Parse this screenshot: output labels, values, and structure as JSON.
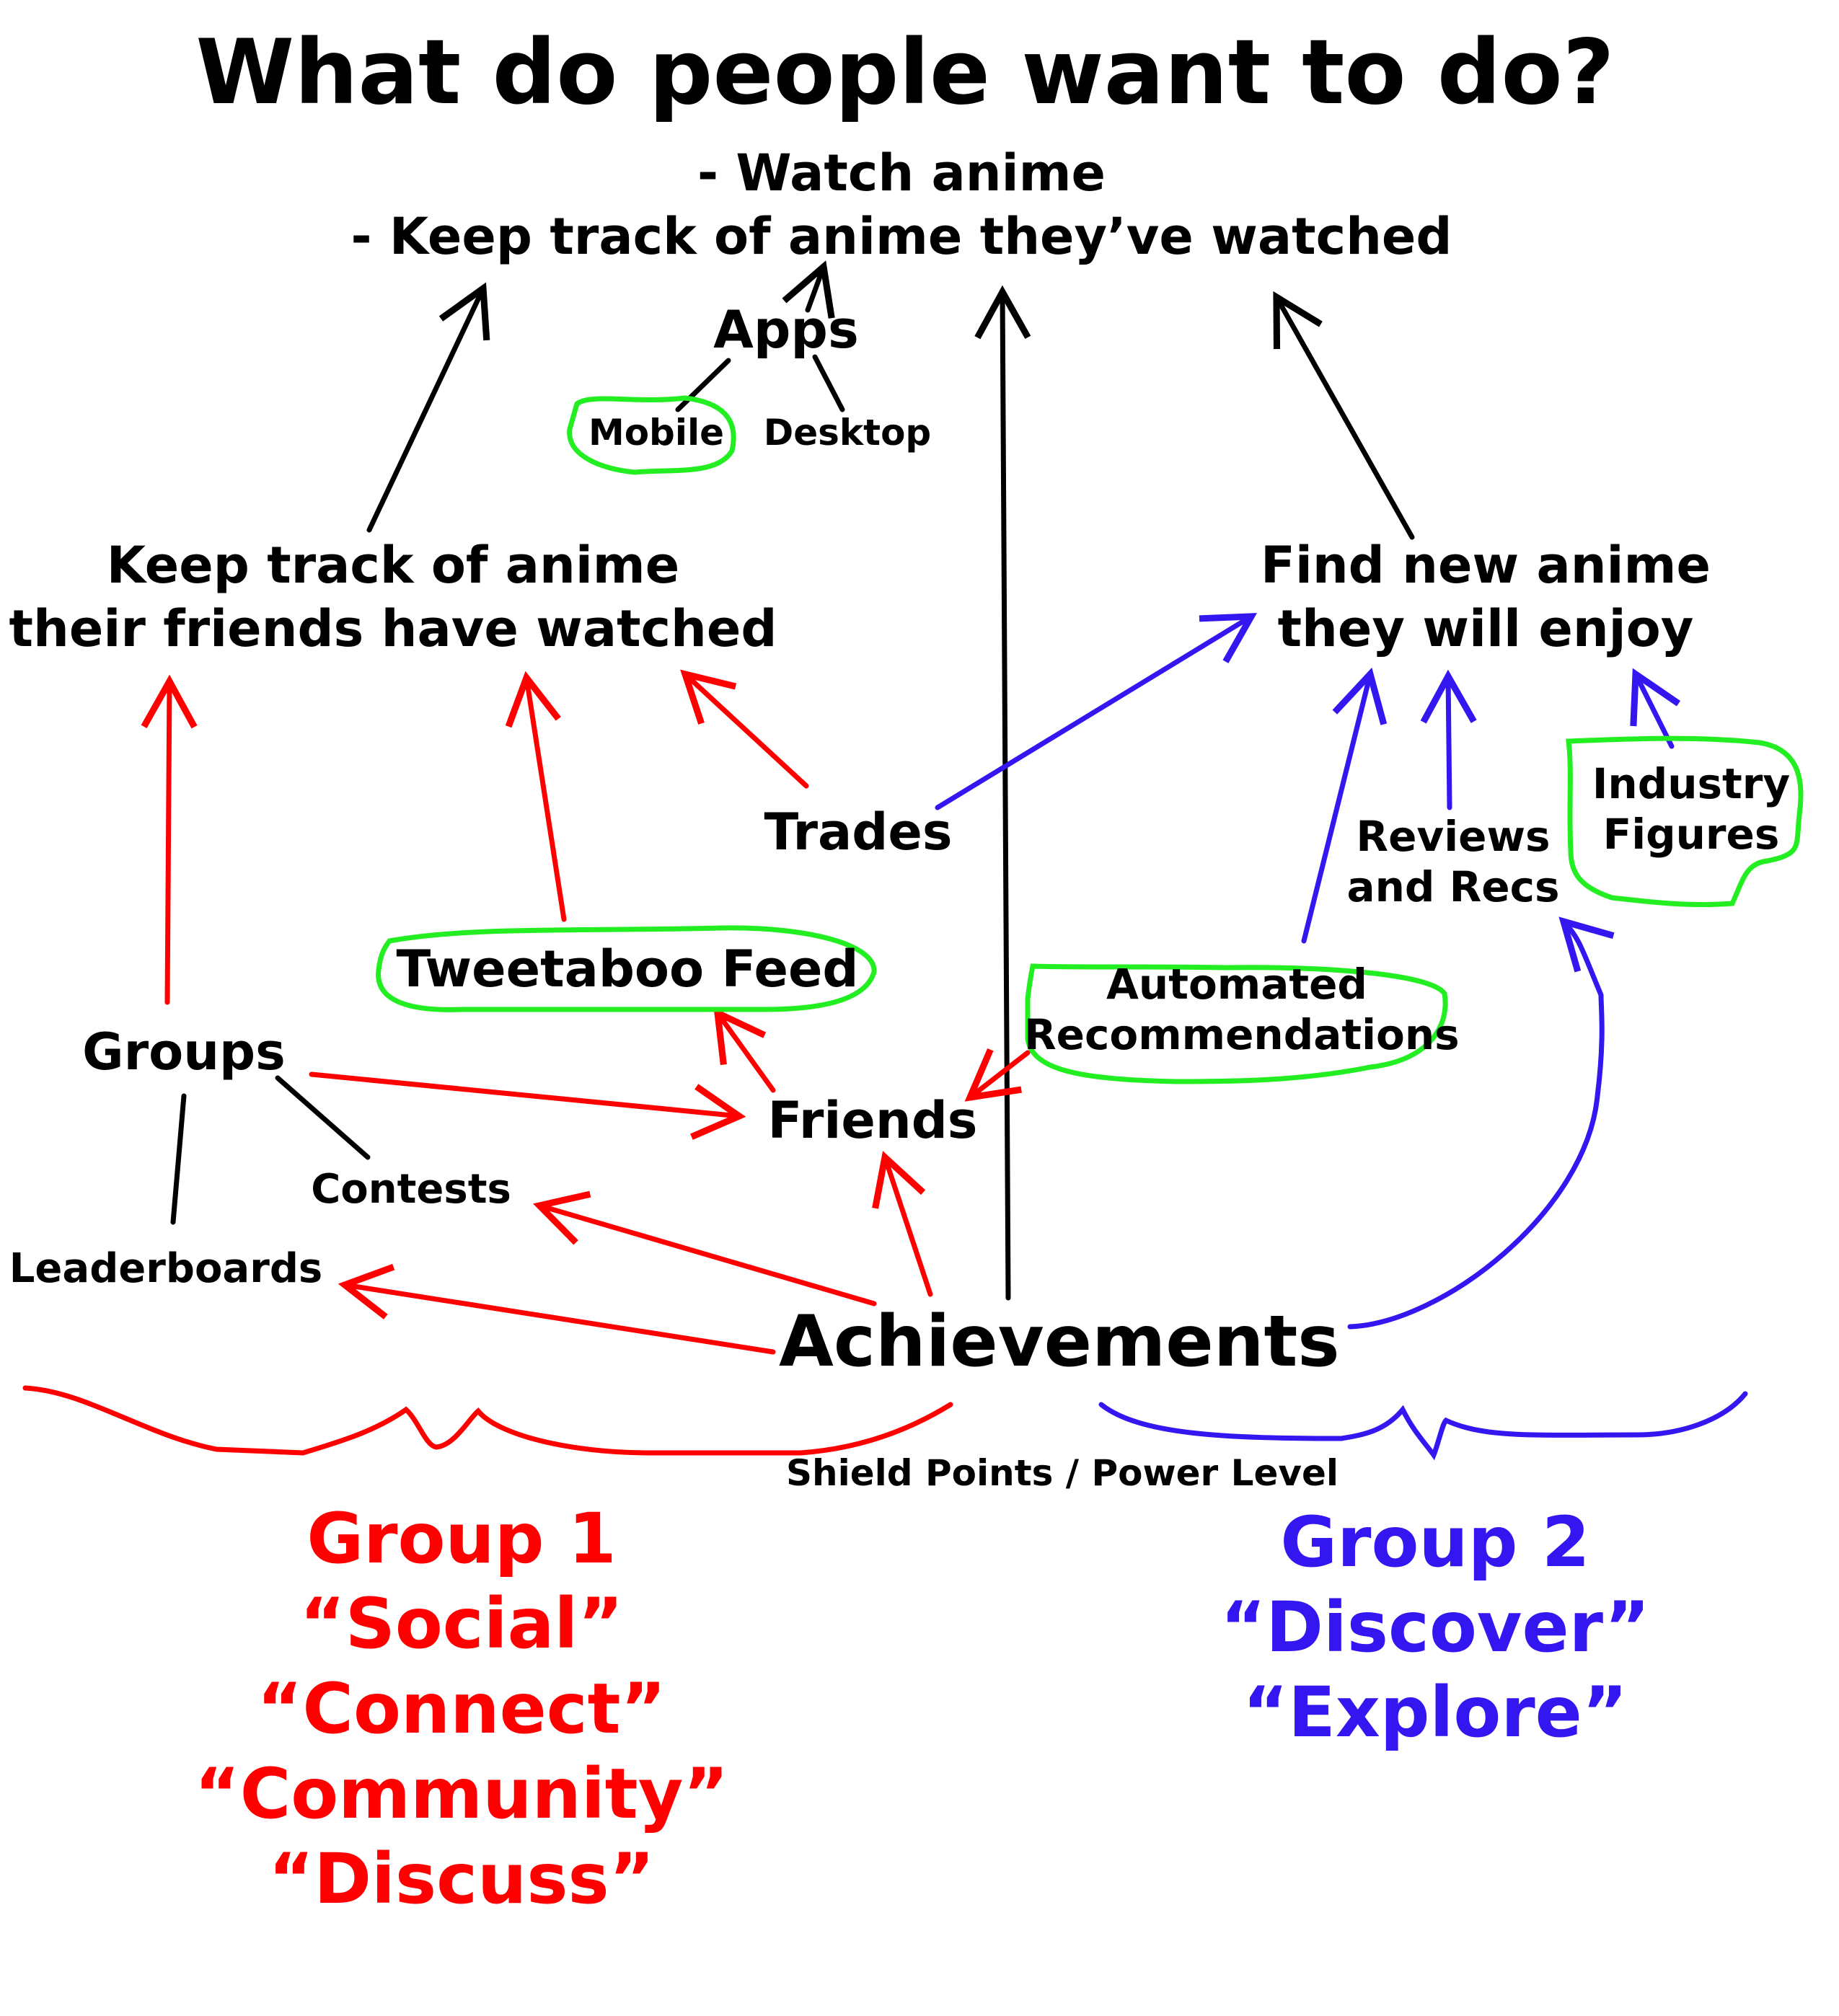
{
  "title": "What do people want to do?",
  "goals": {
    "line1": "- Watch anime",
    "line2": "- Keep track of anime they’ve watched"
  },
  "nodes": {
    "apps": "Apps",
    "mobile": "Mobile",
    "desktop": "Desktop",
    "friends_track": [
      "Keep track of anime",
      "their friends have watched"
    ],
    "find_new": [
      "Find new anime",
      "they will enjoy"
    ],
    "trades": "Trades",
    "reviews": [
      "Reviews",
      "and Recs"
    ],
    "industry": [
      "Industry",
      "Figures"
    ],
    "feed": "Tweetaboo Feed",
    "automated": [
      "Automated",
      "Recommendations"
    ],
    "groups": "Groups",
    "friends": "Friends",
    "contests": "Contests",
    "leaderboards": "Leaderboards",
    "achievements": "Achievements",
    "shield": "Shield Points / Power Level"
  },
  "group1": {
    "heading": "Group 1",
    "words": [
      "“Social”",
      "“Connect”",
      "“Community”",
      "“Discuss”"
    ]
  },
  "group2": {
    "heading": "Group 2",
    "words": [
      "“Discover”",
      "“Explore”"
    ]
  },
  "colors": {
    "black": "#000000",
    "red": "#ff0000",
    "blue": "#3316f0",
    "green": "#22ee22"
  }
}
